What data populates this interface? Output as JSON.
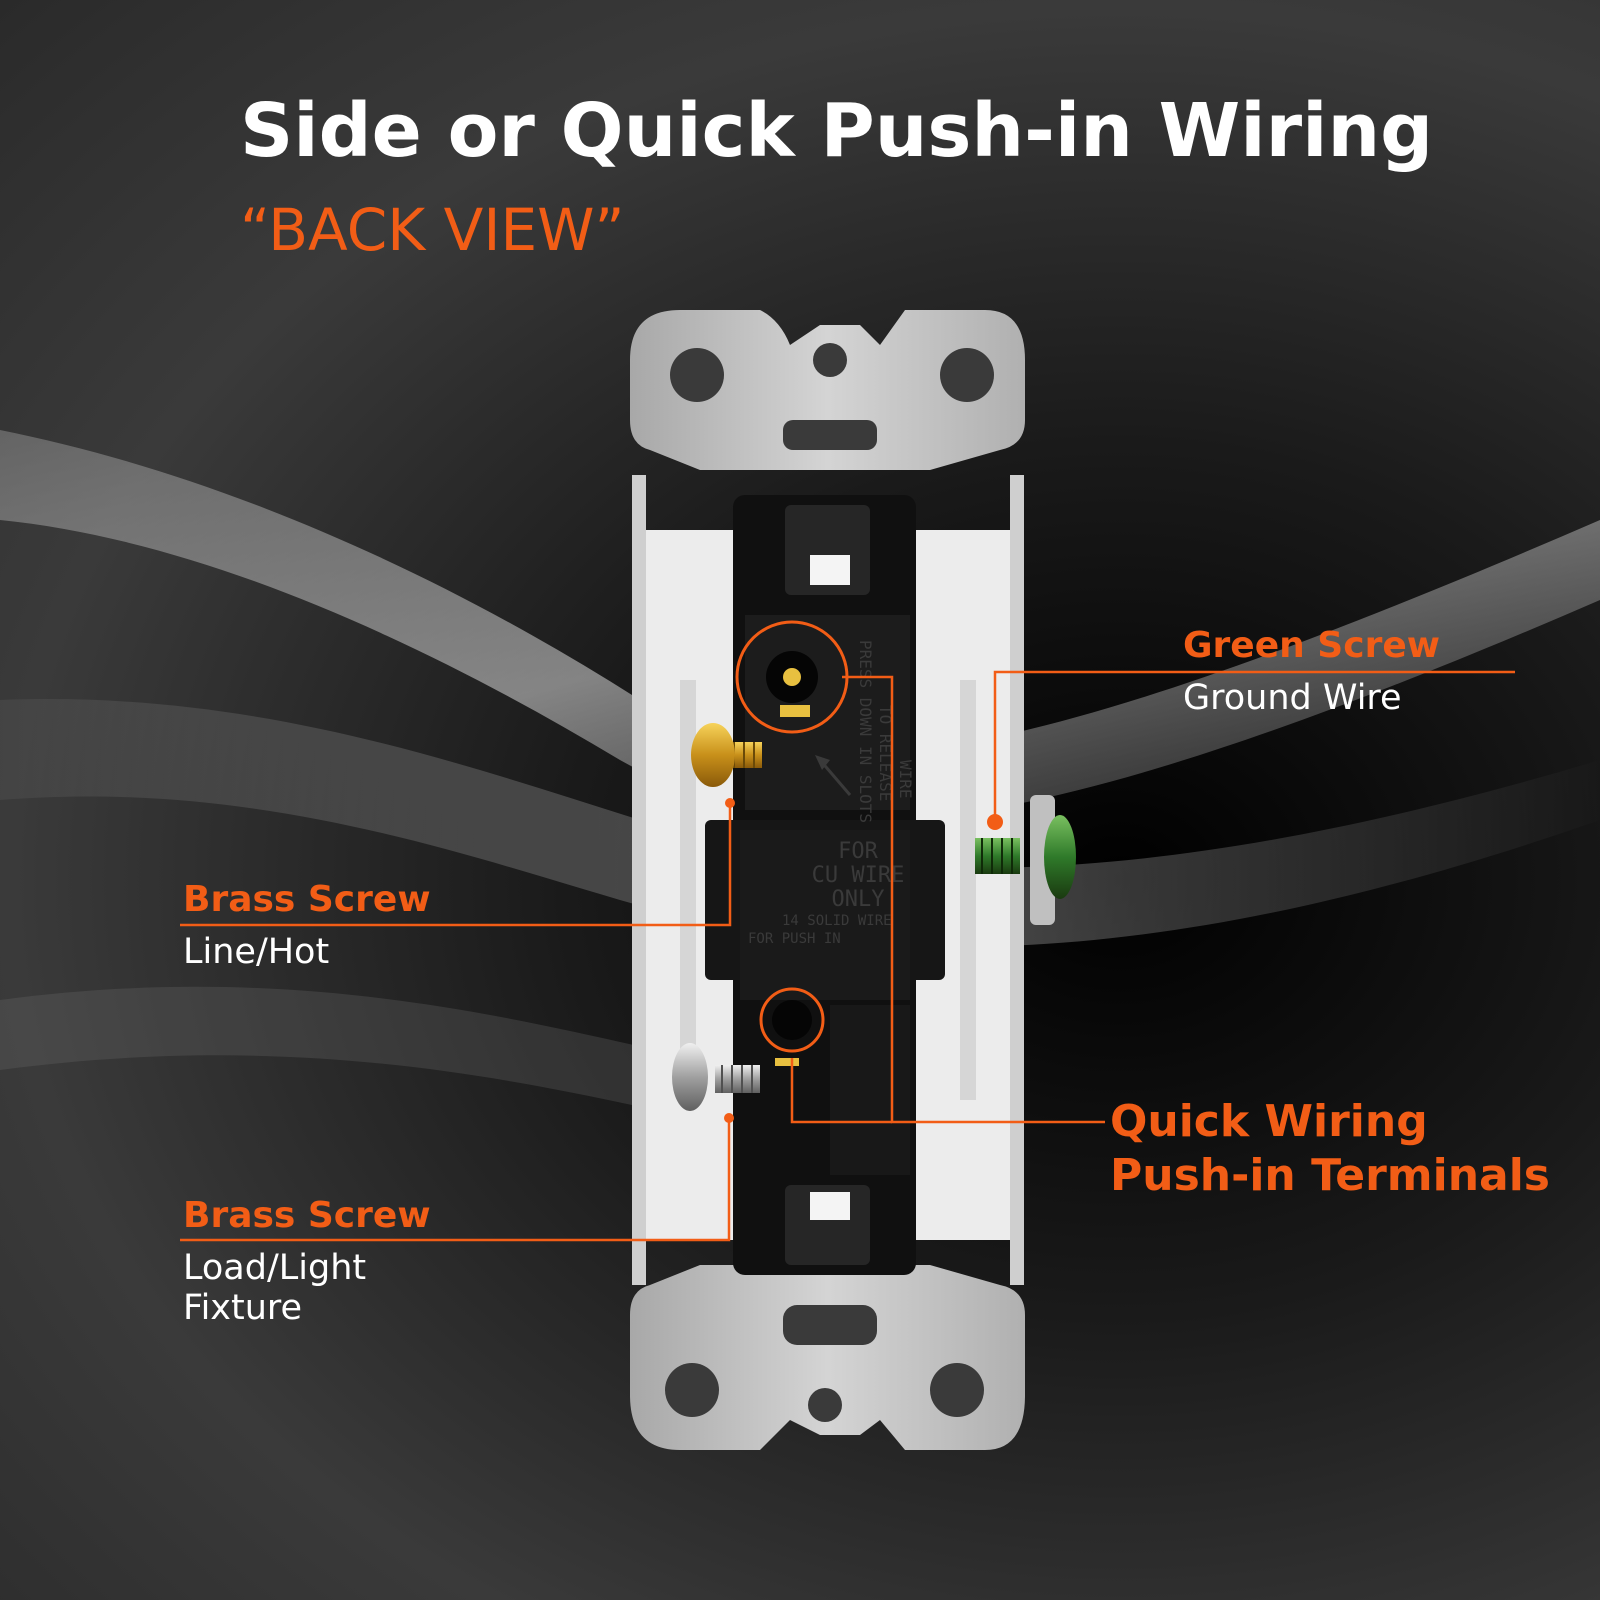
{
  "title": "Side or Quick Push-in Wiring",
  "subtitle": "“BACK VIEW”",
  "callouts": {
    "green_screw": {
      "heading": "Green Screw",
      "description": "Ground Wire"
    },
    "brass_line": {
      "heading": "Brass Screw",
      "description": "Line/Hot"
    },
    "brass_load": {
      "heading": "Brass Screw",
      "description_line1": "Load/Light",
      "description_line2": "Fixture"
    },
    "push_in": {
      "heading_line1": "Quick Wiring",
      "heading_line2": "Push-in Terminals"
    }
  },
  "switch_markings": {
    "release": [
      "PRESS DOWN IN SLOTS",
      "TO RELEASE",
      "WIRE"
    ],
    "cu_wire": [
      "FOR",
      "CU WIRE",
      "ONLY"
    ],
    "gauge": [
      "14 SOLID WIRE",
      "FOR PUSH IN"
    ]
  },
  "colors": {
    "accent": "#f25d16",
    "text": "#ffffff",
    "brass": "#d9a520",
    "ground": "#3f8f3a",
    "strap": "#c8c8c8",
    "body": "#101010"
  }
}
